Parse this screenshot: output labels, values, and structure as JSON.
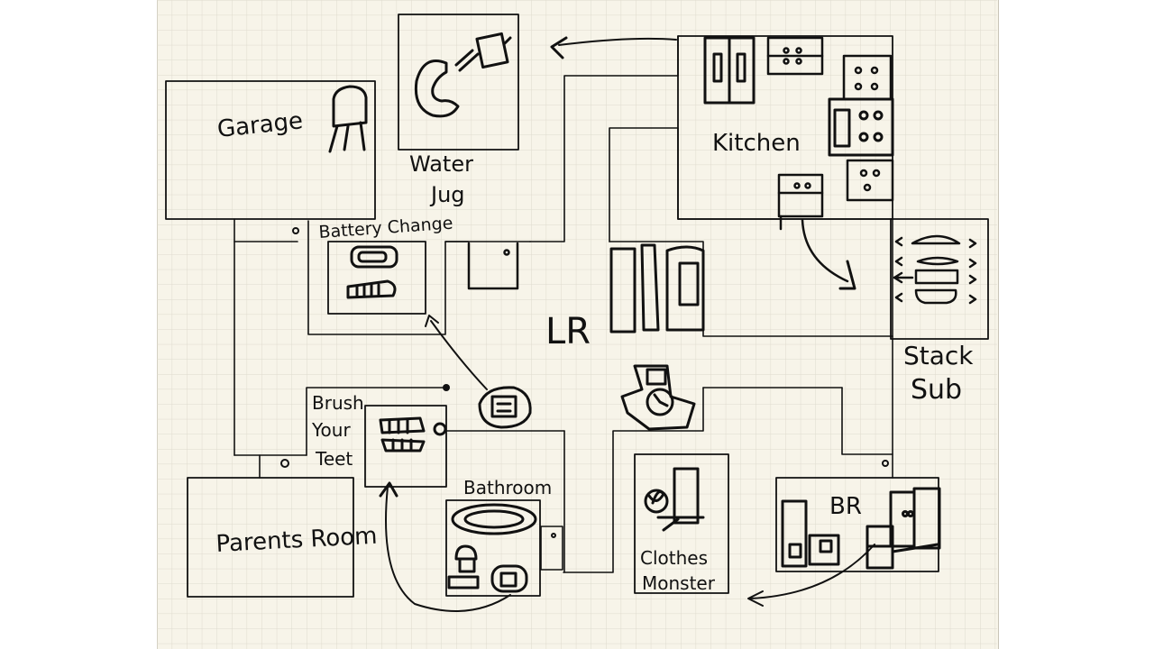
{
  "labels": {
    "garage": "Garage",
    "water": "Water",
    "jug": "Jug",
    "kitchen": "Kitchen",
    "battery_change": "Battery Change",
    "lr": "LR",
    "stack": "Stack",
    "sub": "Sub",
    "brush": "Brush",
    "your": "Your",
    "teet": "Teet",
    "parents_room": "Parents Room",
    "bathroom": "Bathroom",
    "clothes": "Clothes",
    "monster": "Monster",
    "br": "BR"
  },
  "colors": {
    "paper": "#f7f4e9",
    "grid": "#d9d6c9",
    "ink": "#111111"
  }
}
